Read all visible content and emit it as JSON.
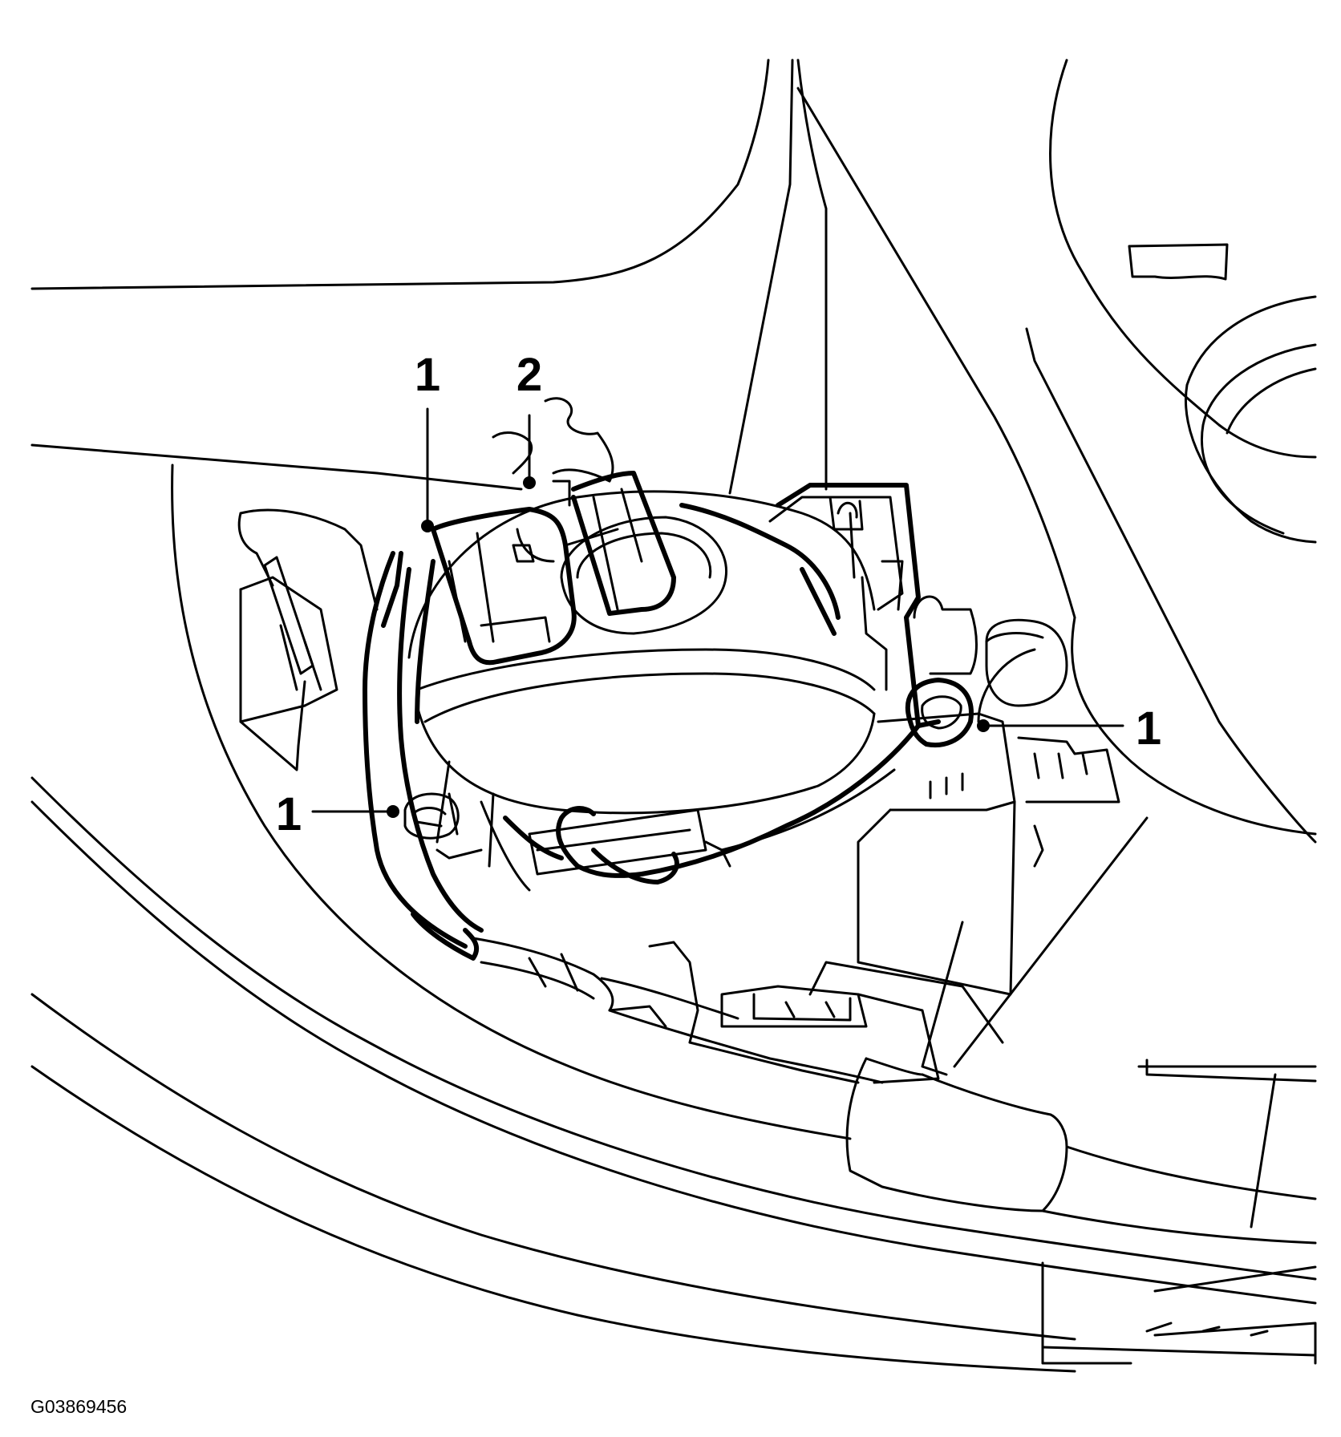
{
  "figure_id": "G03869456",
  "callouts": [
    {
      "label": "1"
    },
    {
      "label": "2"
    },
    {
      "label": "1"
    },
    {
      "label": "1"
    }
  ],
  "colors": {
    "line": "#000000",
    "background": "#ffffff"
  }
}
